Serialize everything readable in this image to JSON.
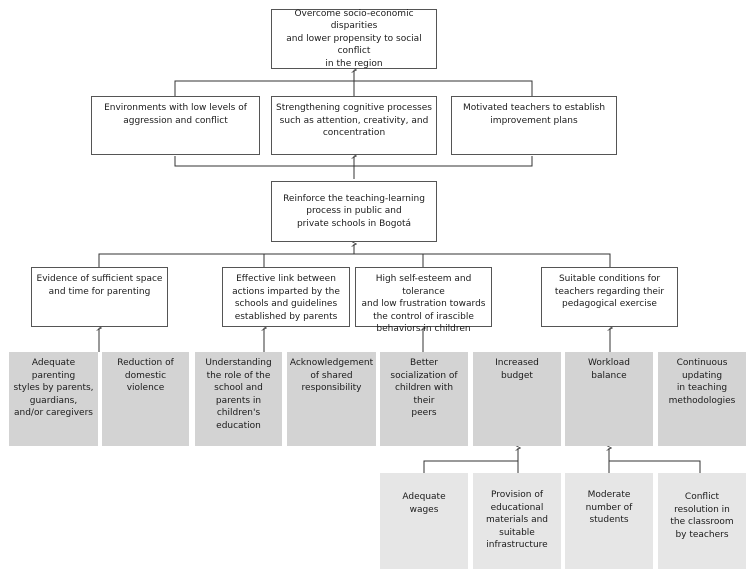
{
  "diagram": {
    "goal": {
      "text": "Overcome socio-economic disparities\nand lower propensity to social conflict\nin the region"
    },
    "outcomes": [
      {
        "text": "Environments with low levels of\naggression and conflict"
      },
      {
        "text": "Strengthening cognitive processes\nsuch as attention, creativity, and\nconcentration"
      },
      {
        "text": "Motivated teachers to establish\nimprovement plans"
      }
    ],
    "core": {
      "text": "Reinforce the teaching-learning\nprocess in public and\nprivate schools in Bogotá"
    },
    "means": [
      {
        "text": "Evidence of sufficient space\nand time for parenting"
      },
      {
        "text": "Effective link between\nactions imparted by the\nschools and guidelines\nestablished by parents"
      },
      {
        "text": "High self-esteem and tolerance\nand low frustration towards\nthe control of irascible\nbehaviors in children"
      },
      {
        "text": "Suitable conditions for\nteachers regarding their\npedagogical exercise"
      }
    ],
    "factors": [
      {
        "text": "Adequate\nparenting\nstyles by parents,\nguardians,\nand/or caregivers"
      },
      {
        "text": "Reduction of\ndomestic\nviolence"
      },
      {
        "text": "Understanding\nthe role of the\nschool and\nparents in\nchildren's\neducation"
      },
      {
        "text": "Acknowledgement\nof shared\nresponsibility"
      },
      {
        "text": "Better\nsocialization of\nchildren with their\npeers"
      },
      {
        "text": "Increased\nbudget"
      },
      {
        "text": "Workload\nbalance"
      },
      {
        "text": "Continuous\nupdating\nin teaching\nmethodologies"
      }
    ],
    "subfactors": [
      {
        "text": "Adequate\nwages"
      },
      {
        "text": "Provision of\neducational\nmaterials and\nsuitable\ninfrastructure"
      },
      {
        "text": "Moderate\nnumber of\nstudents"
      },
      {
        "text": "Conflict\nresolution in\nthe classroom\nby teachers"
      }
    ]
  }
}
